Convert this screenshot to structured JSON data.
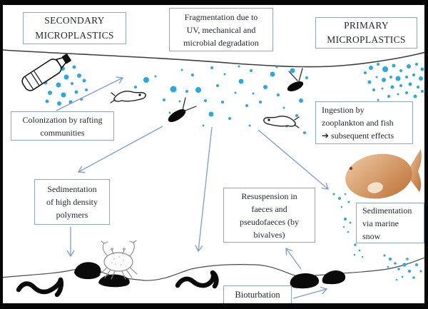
{
  "colors": {
    "microplastic": "#29a9e1",
    "arrow": "#7b9bd2",
    "box_border": "#8ca6c6",
    "text": "#1f2430",
    "water_line": "#3d3d3d",
    "fish_light": "#eec9a1",
    "fish_dark": "#bd7036"
  },
  "boxes": {
    "secondary": {
      "label": "SECONDARY\nMICROPLASTICS"
    },
    "fragmentation": {
      "label": "Fragmentation  due to\nUV, mechanical and\nmicrobial degradation"
    },
    "primary": {
      "label": "PRIMARY\nMICROPLASTICS"
    },
    "colonization": {
      "label": "Colonization by rafting\ncommunities"
    },
    "ingestion": {
      "label": "Ingestion by\nzooplankton and fish\n➔ subsequent effects"
    },
    "sedimentation_polymers": {
      "label": "Sedimentation\nof high density\npolymers"
    },
    "resuspension": {
      "label": "Resuspension in\nfaeces and\npseudofaeces (by\nbivalves)"
    },
    "marine_snow": {
      "label": "Sedimentation\nvia marine\nsnow"
    },
    "bioturbation": {
      "label": "Bioturbation"
    }
  },
  "dots": {
    "bottle_cluster": [
      [
        88,
        96,
        3
      ],
      [
        104,
        94,
        2.5
      ],
      [
        74,
        104,
        2
      ],
      [
        93,
        108,
        3.5
      ],
      [
        111,
        106,
        3
      ],
      [
        64,
        116,
        2.5
      ],
      [
        82,
        119,
        3.5
      ],
      [
        101,
        117,
        2
      ],
      [
        118,
        113,
        2.5
      ],
      [
        70,
        130,
        3
      ],
      [
        89,
        133,
        3.5
      ],
      [
        107,
        129,
        2.5
      ],
      [
        121,
        126,
        2
      ],
      [
        66,
        142,
        2.5
      ],
      [
        83,
        145,
        3
      ],
      [
        99,
        143,
        2.5
      ],
      [
        114,
        139,
        2
      ]
    ],
    "center_field": [
      [
        205,
        112,
        4
      ],
      [
        190,
        122,
        2
      ],
      [
        218,
        107,
        1.5
      ],
      [
        230,
        140,
        2
      ],
      [
        243,
        125,
        4.5
      ],
      [
        252,
        142,
        1.5
      ],
      [
        262,
        128,
        2
      ],
      [
        238,
        158,
        1.5
      ],
      [
        270,
        105,
        2
      ],
      [
        278,
        126,
        4
      ],
      [
        288,
        141,
        2
      ],
      [
        296,
        160,
        3.5
      ],
      [
        285,
        176,
        1.5
      ],
      [
        305,
        120,
        2
      ],
      [
        315,
        104,
        1.5
      ],
      [
        312,
        143,
        2
      ],
      [
        322,
        166,
        2
      ],
      [
        330,
        130,
        1.5
      ],
      [
        338,
        114,
        3.5
      ],
      [
        346,
        148,
        2
      ],
      [
        355,
        131,
        1.5
      ],
      [
        352,
        99,
        2
      ],
      [
        365,
        143,
        2
      ],
      [
        372,
        122,
        3
      ],
      [
        382,
        104,
        3.5
      ],
      [
        390,
        133,
        2
      ],
      [
        398,
        151,
        1.5
      ],
      [
        388,
        94,
        1.5
      ],
      [
        410,
        99,
        3.5
      ],
      [
        422,
        141,
        3
      ],
      [
        430,
        109,
        2
      ],
      [
        416,
        162,
        2
      ],
      [
        402,
        176,
        2.5
      ],
      [
        427,
        186,
        2
      ],
      [
        350,
        176,
        1.5
      ],
      [
        335,
        93,
        1.5
      ],
      [
        255,
        98,
        1.5
      ],
      [
        297,
        95,
        2
      ]
    ],
    "primary_cluster": [
      [
        512,
        102,
        2
      ],
      [
        520,
        95,
        3
      ],
      [
        530,
        90,
        2
      ],
      [
        540,
        97,
        4
      ],
      [
        552,
        92,
        2.5
      ],
      [
        562,
        99,
        2
      ],
      [
        573,
        93,
        3
      ],
      [
        584,
        90,
        2
      ],
      [
        592,
        97,
        2.5
      ],
      [
        518,
        115,
        2.5
      ],
      [
        528,
        108,
        1.5
      ],
      [
        538,
        112,
        3
      ],
      [
        548,
        108,
        2
      ],
      [
        558,
        110,
        3.5
      ],
      [
        570,
        108,
        2
      ],
      [
        580,
        105,
        2
      ],
      [
        590,
        110,
        3
      ],
      [
        524,
        126,
        2
      ],
      [
        536,
        124,
        1.5
      ],
      [
        550,
        122,
        2.5
      ],
      [
        562,
        120,
        2
      ],
      [
        575,
        118,
        2.5
      ],
      [
        586,
        122,
        2
      ],
      [
        545,
        135,
        2
      ],
      [
        558,
        132,
        1.5
      ],
      [
        570,
        130,
        2
      ],
      [
        582,
        135,
        2.5
      ],
      [
        530,
        140,
        1.5
      ],
      [
        550,
        145,
        2
      ],
      [
        592,
        128,
        2
      ]
    ],
    "marine_snow_trail": [
      [
        468,
        272,
        1.5
      ],
      [
        476,
        278,
        2
      ],
      [
        484,
        272,
        1.3
      ],
      [
        489,
        283,
        1.5
      ],
      [
        479,
        290,
        1.3
      ],
      [
        484,
        307,
        2
      ],
      [
        491,
        312,
        1.5
      ],
      [
        482,
        318,
        1.2
      ],
      [
        488,
        325,
        1.3
      ],
      [
        498,
        343,
        1.8
      ],
      [
        504,
        351,
        1.4
      ],
      [
        497,
        357,
        1.3
      ],
      [
        508,
        360,
        1.2
      ],
      [
        539,
        358,
        1.6
      ],
      [
        547,
        363,
        2.2
      ],
      [
        554,
        369,
        1.8
      ],
      [
        544,
        374,
        1.4
      ],
      [
        559,
        377,
        1.8
      ],
      [
        567,
        371,
        2.6
      ],
      [
        574,
        380,
        2.2
      ],
      [
        580,
        389,
        1.8
      ],
      [
        564,
        388,
        1.4
      ],
      [
        571,
        363,
        1.8
      ],
      [
        584,
        371,
        2
      ],
      [
        590,
        380,
        1.6
      ],
      [
        556,
        392,
        1.3
      ]
    ]
  }
}
